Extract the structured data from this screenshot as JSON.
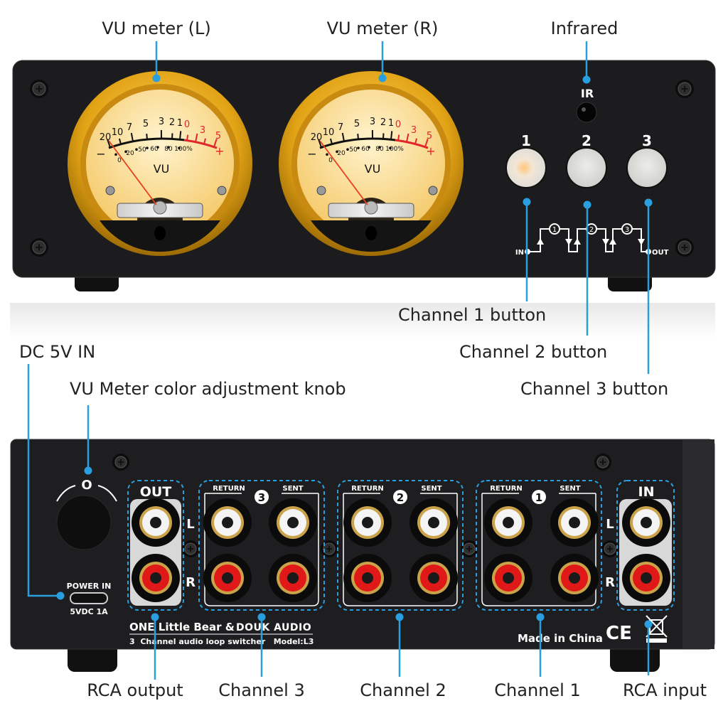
{
  "colors": {
    "accent": "#2a9fe0",
    "panel": "#1c1c1e",
    "gold": "#e0a51c",
    "meter_face": "#fbe3a0",
    "scale_red": "#e0262a"
  },
  "callouts": {
    "vu_left": "VU meter (L)",
    "vu_right": "VU meter (R)",
    "infrared": "Infrared",
    "ch1_button": "Channel 1 button",
    "ch2_button": "Channel 2 button",
    "ch3_button": "Channel 3 button",
    "dc_in": "DC 5V IN",
    "knob": "VU Meter color adjustment knob",
    "rca_output": "RCA output",
    "channel3": "Channel 3",
    "channel2": "Channel 2",
    "channel1": "Channel 1",
    "rca_input": "RCA input"
  },
  "front": {
    "meter": {
      "top_scale": [
        "20",
        "10",
        "7",
        "5",
        "3",
        "2",
        "1"
      ],
      "red_scale": [
        "0",
        "3",
        "5"
      ],
      "bottom_scale": [
        "0",
        "20",
        "50",
        "60",
        "80",
        "100%"
      ],
      "unit": "VU",
      "minus": "−",
      "plus": "+"
    },
    "ir_label": "IR",
    "buttons": [
      {
        "label": "1",
        "lit": true
      },
      {
        "label": "2",
        "lit": false
      },
      {
        "label": "3",
        "lit": false
      }
    ],
    "diagram": {
      "in": "IN",
      "out": "OUT",
      "steps": [
        "1",
        "2",
        "3"
      ]
    }
  },
  "rear": {
    "knob_mark": "O",
    "power_in": "POWER IN",
    "power_spec": "5VDC 1A",
    "out_label": "OUT",
    "in_label": "IN",
    "return_label": "RETURN",
    "sent_label": "SENT",
    "groups": [
      "3",
      "2",
      "1"
    ],
    "left": "L",
    "right": "R",
    "brand_line": "ONE Little Bear &",
    "brand_name": "DOUK AUDIO",
    "model_line": "3  Channel audio loop switcher   Model:L3",
    "made_in": "Made in China",
    "ce_mark": "CE"
  }
}
